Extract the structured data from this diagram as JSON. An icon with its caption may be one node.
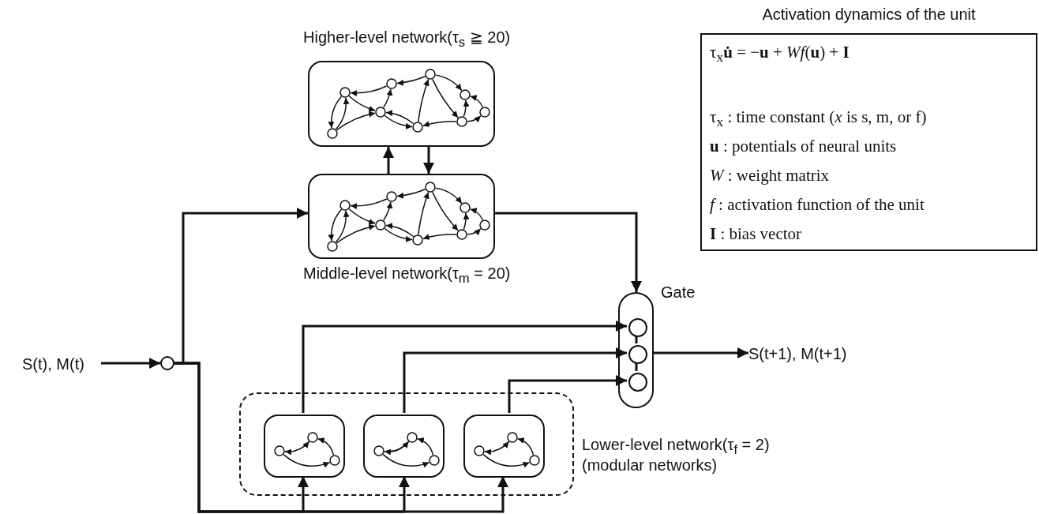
{
  "diagram": {
    "nodes": [
      {
        "text": [
          "S(t), M(t)"
        ]
      },
      {
        "text": [],
        "shape": "circle"
      },
      {
        "text": [
          "Higher-level network(τ$_{s}$ ≧ 20)"
        ]
      },
      {
        "text": [
          "Middle-level network(τ$_{m}$ = 20)"
        ]
      },
      {
        "text": [
          "Gate"
        ]
      },
      {
        "text": [],
        "shape": "circle",
        "in": 4
      },
      {
        "text": [],
        "shape": "circle",
        "in": 4
      },
      {
        "text": [],
        "shape": "circle",
        "in": 4
      },
      {
        "text": [
          "Lower-level network(τ$_{f}$ = 2)",
          "(modular networks)"
        ]
      },
      {
        "text": [],
        "shape": "box",
        "in": 8
      },
      {
        "text": [],
        "shape": "box",
        "in": 8
      },
      {
        "text": [],
        "shape": "box",
        "in": 8
      },
      {
        "text": [
          "S(t+1), M(t+1)"
        ]
      },
      {
        "text": [
          "Activation dynamics of the unit",
          "τ$_{x}$**u̇** = −**u** + *Wf*(**u**) + **I**",
          "τ$_{x}$ : time constant (*x* is s, m, or f)",
          "**u** : potentials of neural units",
          "*W* : weight matrix",
          "*f* : activation function of the unit",
          "**I** : bias vector"
        ]
      }
    ],
    "edges": [
      {
        "from": 0,
        "to": 1,
        "arrow": "to"
      },
      {
        "from": 1,
        "to": 3,
        "arrow": "to"
      },
      {
        "from": 1,
        "to": 9,
        "arrow": "to"
      },
      {
        "from": 1,
        "to": 10,
        "arrow": "to"
      },
      {
        "from": 1,
        "to": 11,
        "arrow": "to"
      },
      {
        "from": 3,
        "to": 2,
        "arrow": "to"
      },
      {
        "from": 2,
        "to": 3,
        "arrow": "to"
      },
      {
        "from": 3,
        "to": 4,
        "arrow": "to"
      },
      {
        "from": 9,
        "to": 5,
        "arrow": "to"
      },
      {
        "from": 10,
        "to": 6,
        "arrow": "to"
      },
      {
        "from": 11,
        "to": 7,
        "arrow": "to"
      },
      {
        "from": 5,
        "to": 6,
        "arrow": "none"
      },
      {
        "from": 6,
        "to": 7,
        "arrow": "none"
      },
      {
        "from": 4,
        "to": 12,
        "arrow": "to"
      }
    ]
  }
}
